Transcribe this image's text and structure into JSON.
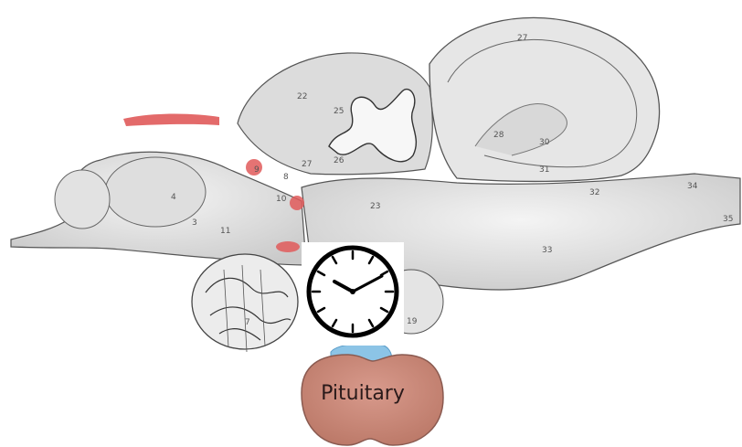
{
  "diagram": {
    "labels": [
      "27",
      "22",
      "25",
      "28",
      "30",
      "31",
      "32",
      "34",
      "35",
      "33",
      "26",
      "27",
      "9",
      "8",
      "10",
      "4",
      "3",
      "11",
      "23",
      "19",
      "7"
    ],
    "pituitary_label": "Pituitary",
    "highlight_color": "#e05a5a",
    "pituitary_color": "#c9887a",
    "stalk_color": "#8cc4e6",
    "clock": {
      "icon": "clock-icon",
      "time": "10:10"
    }
  }
}
